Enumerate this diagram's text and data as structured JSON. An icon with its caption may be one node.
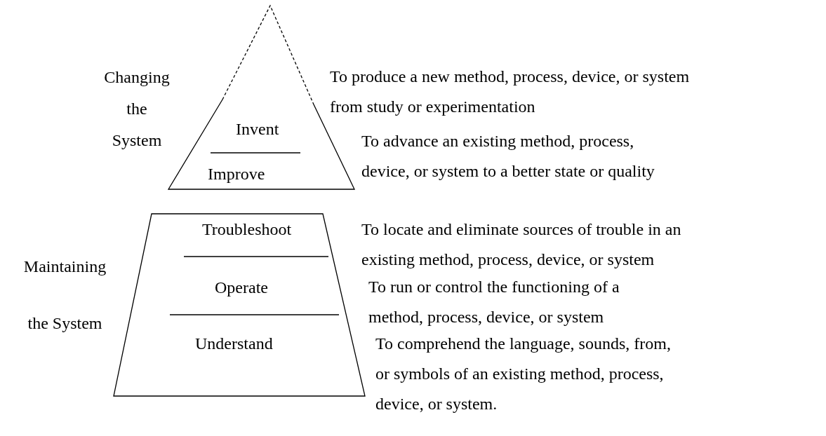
{
  "diagram": {
    "nodes": [
      {
        "text": [
          "Invent",
          "Improve"
        ],
        "beside": [
          "Changing the System"
        ]
      },
      {
        "text": [
          "Troubleshoot",
          "Operate",
          "Understand"
        ],
        "beside": [
          "Maintaining the System"
        ]
      }
    ],
    "labels": [
      "To produce a new method, process, device, or system from study or experimentation",
      "To advance an existing method, process, device, or system to a better state or quality",
      "To locate and eliminate sources of trouble in an existing method, process, device, or system",
      "To run or control the functioning of a method, process, device, or system",
      "To comprehend the language, sounds, from, or symbols of an existing method, process, device, or system."
    ]
  }
}
